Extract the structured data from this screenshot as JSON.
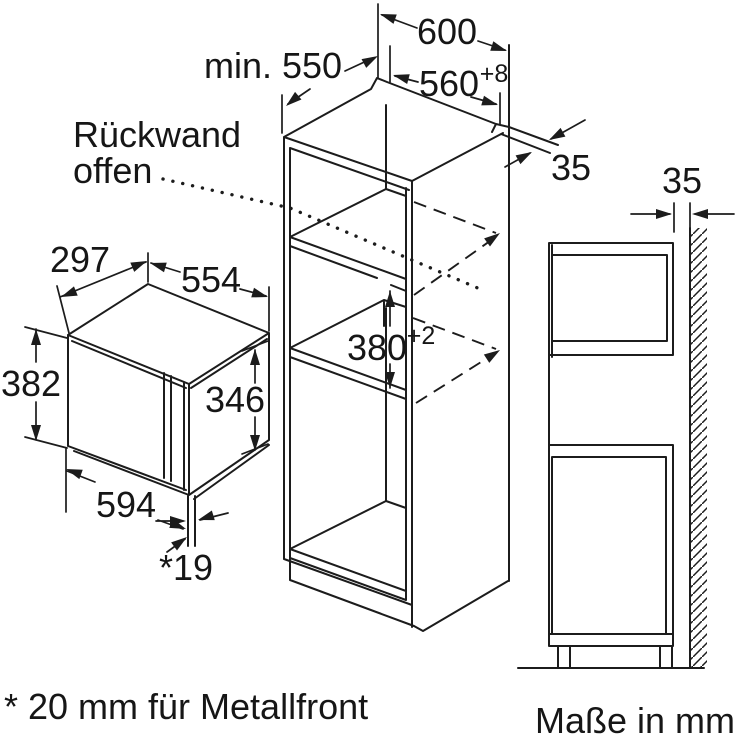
{
  "diagram": {
    "background": "#ffffff",
    "line_color": "#1c1c1c",
    "labels": {
      "back_panel_line1": "Rückwand",
      "back_panel_line2": "offen",
      "footnote": "* 20 mm für Metallfront",
      "units_note": "Maße in mm"
    },
    "dimensions": {
      "niche_depth_min": "min. 550",
      "cabinet_outer_width": "600",
      "niche_width": "560",
      "niche_width_tolerance": "+8",
      "side_panel_thickness": "35",
      "niche_height": "380",
      "niche_height_tolerance": "+2",
      "appliance_depth": "297",
      "appliance_top_width": "554",
      "appliance_height": "382",
      "appliance_body_height": "346",
      "appliance_front_width": "594",
      "door_projection": "*19",
      "wall_clearance": "35"
    }
  }
}
